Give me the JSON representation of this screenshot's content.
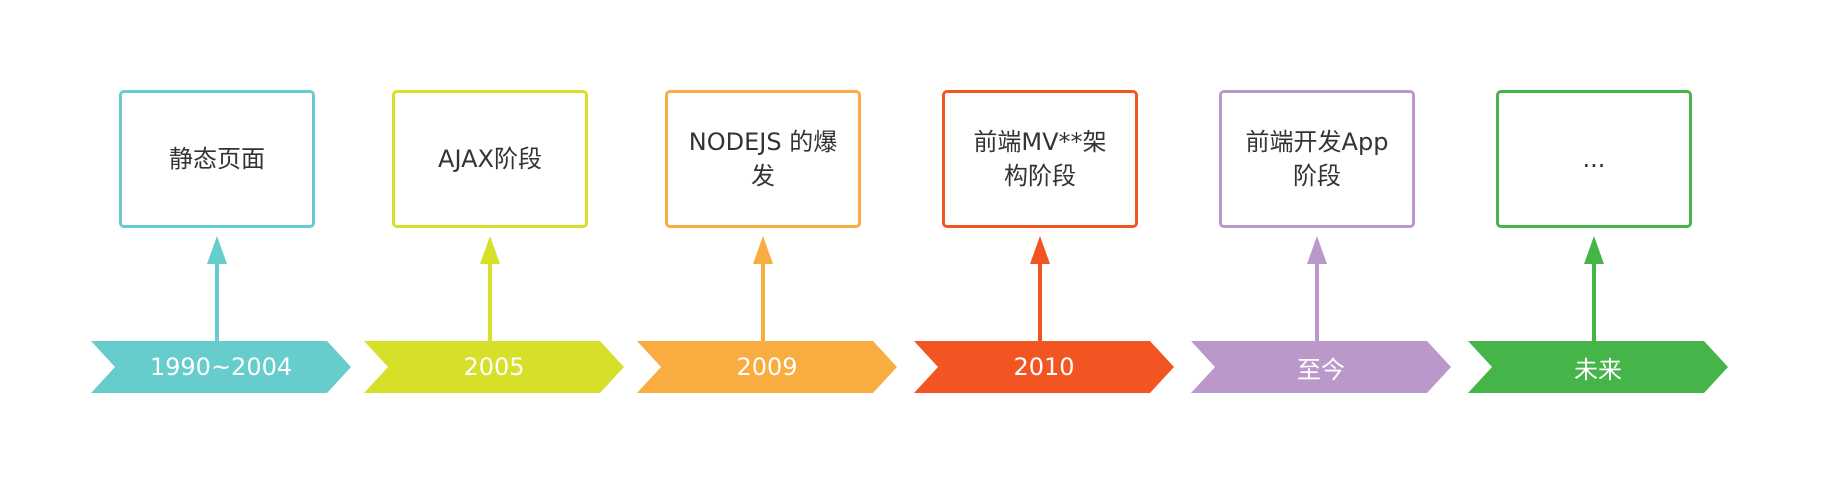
{
  "stages": [
    {
      "period": "1990~2004",
      "title": "静态页面",
      "color": "#66CCCC"
    },
    {
      "period": "2005",
      "title": "AJAX阶段",
      "color": "#D6E028"
    },
    {
      "period": "2009",
      "title": "NODEJS 的爆发",
      "color": "#F9AC3F"
    },
    {
      "period": "2010",
      "title": "前端MV**架构阶段",
      "color": "#F25522"
    },
    {
      "period": "至今",
      "title": "前端开发App阶段",
      "color": "#BB98CA"
    },
    {
      "period": "未来",
      "title": "...",
      "color": "#45B549"
    }
  ]
}
